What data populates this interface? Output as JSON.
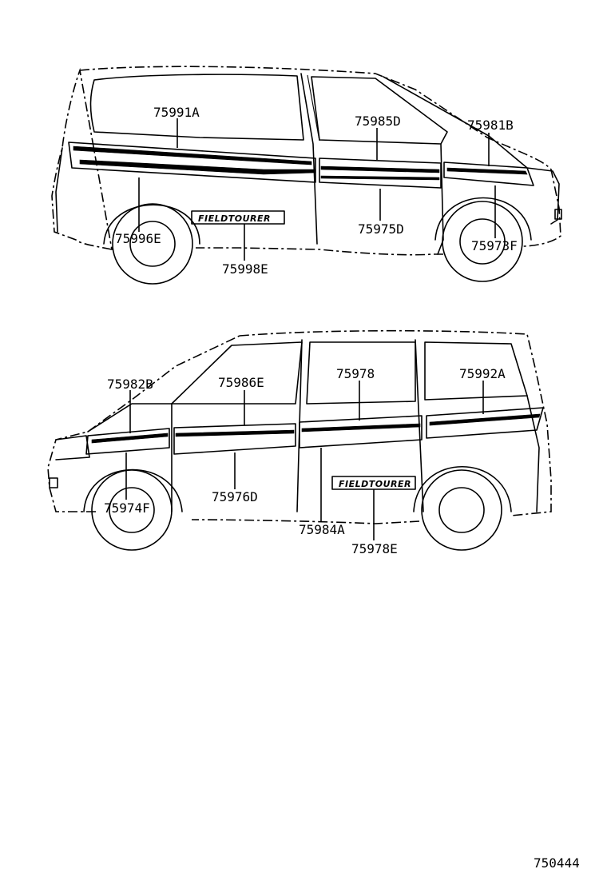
{
  "upper_view": {
    "labels": [
      "75991A",
      "75985D",
      "75981B",
      "75996E",
      "75975D",
      "75973F",
      "75998E"
    ],
    "badge_text": "FIELDTOURER"
  },
  "lower_view": {
    "labels": [
      "75982B",
      "75986E",
      "75978",
      "75992A",
      "75974F",
      "75976D",
      "75984A",
      "75978E"
    ],
    "badge_text": "FIELDTOURER"
  },
  "diagram_code": "750444"
}
